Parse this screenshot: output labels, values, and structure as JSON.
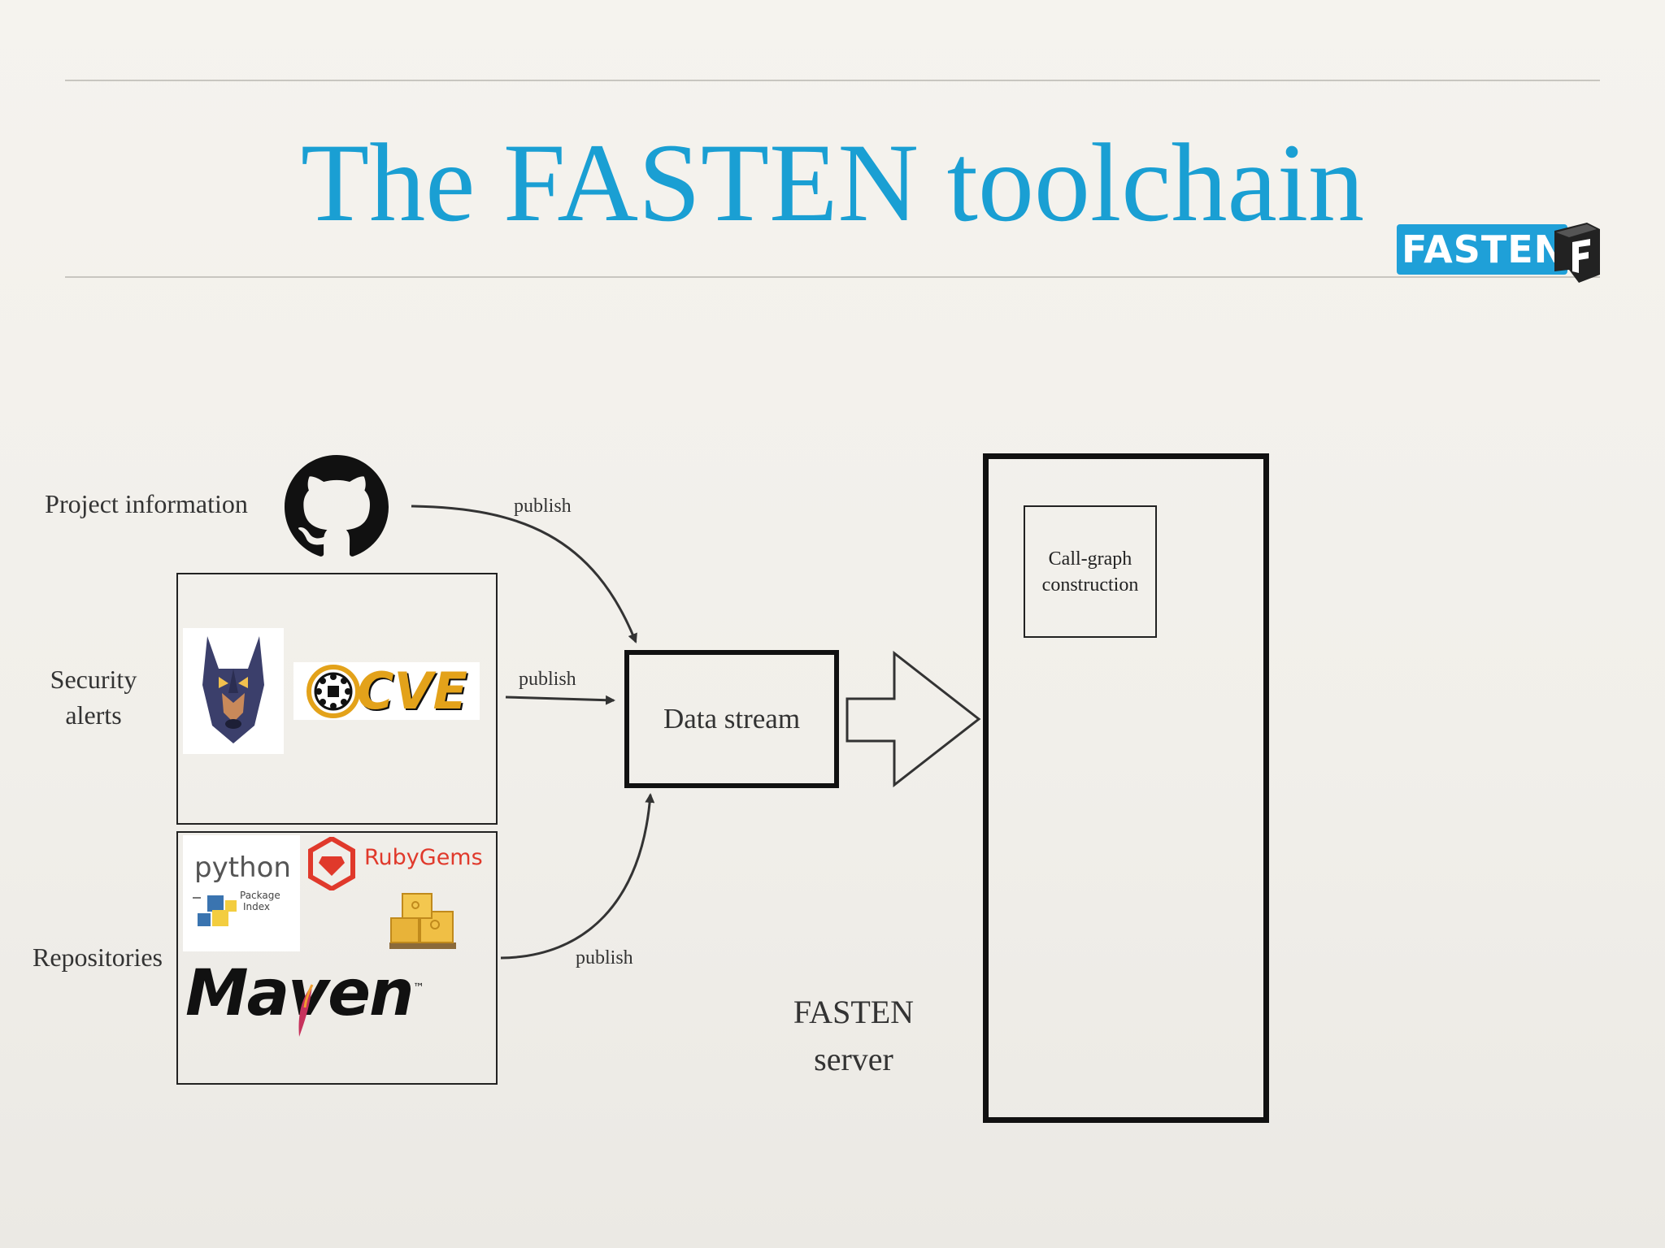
{
  "slide": {
    "title": "The FASTEN toolchain",
    "accent_color": "#1a9fd3"
  },
  "brand_logo": {
    "text": "FASTEN",
    "color": "#1fa0d8",
    "icon": "fasten-f-icon"
  },
  "sources": {
    "project_information": "Project information",
    "security_alerts_line1": "Security",
    "security_alerts_line2": "alerts",
    "repositories": "Repositories"
  },
  "logos": {
    "github": "github-octocat-icon",
    "security_dog": "doberman-icon",
    "cve": "CVE",
    "pypi_python": "python",
    "pypi_sub1": "Package",
    "pypi_sub2": "Index",
    "rubygems": "RubyGems",
    "maven": "Maven",
    "trademark": "™"
  },
  "edges": {
    "publish_top": "publish",
    "publish_middle": "publish",
    "publish_bottom": "publish"
  },
  "data_stream": {
    "label": "Data stream"
  },
  "server": {
    "label_line1": "FASTEN",
    "label_line2": "server",
    "component_line1": "Call-graph",
    "component_line2": "construction"
  }
}
